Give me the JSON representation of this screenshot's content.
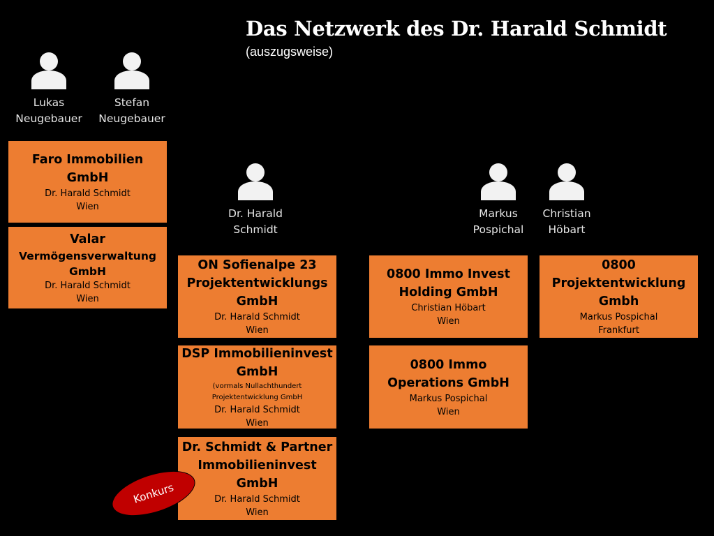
{
  "header": {
    "title": "Das Netzwerk des Dr. Harald Schmidt",
    "subtitle": "(auszugsweise)"
  },
  "colors": {
    "background": "#000000",
    "box_fill": "#ed7d31",
    "person_icon": "#f2f2f2",
    "badge_fill": "#c00000"
  },
  "people": [
    {
      "first": "Lukas",
      "last": "Neugebauer",
      "icon": "person-icon"
    },
    {
      "first": "Stefan",
      "last": "Neugebauer",
      "icon": "person-icon"
    },
    {
      "first": "Dr. Harald",
      "last": "Schmidt",
      "icon": "person-icon"
    },
    {
      "first": "Markus",
      "last": "Pospichal",
      "icon": "person-icon"
    },
    {
      "first": "Christian",
      "last": "Höbart",
      "icon": "person-icon"
    }
  ],
  "companies": [
    {
      "name_lines": [
        "Faro Immobilien",
        "GmbH"
      ],
      "person": "Dr. Harald Schmidt",
      "city": "Wien"
    },
    {
      "name_lines": [
        "Valar",
        "Vermögensverwaltung",
        "GmbH"
      ],
      "person": "Dr. Harald Schmidt",
      "city": "Wien"
    },
    {
      "name_lines": [
        "ON Sofienalpe 23",
        "Projektentwicklungs",
        "GmbH"
      ],
      "person": "Dr. Harald Schmidt",
      "city": "Wien"
    },
    {
      "name_lines": [
        "DSP Immobilieninvest",
        "GmbH"
      ],
      "note_lines": [
        "(vormals Nullachthundert",
        "Projektentwicklung GmbH"
      ],
      "person": "Dr. Harald Schmidt",
      "city": "Wien"
    },
    {
      "name_lines": [
        "Dr. Schmidt & Partner",
        "Immobilieninvest",
        "GmbH"
      ],
      "person": "Dr. Harald Schmidt",
      "city": "Wien"
    },
    {
      "name_lines": [
        "0800 Immo Invest",
        "Holding GmbH"
      ],
      "person": "Christian Höbart",
      "city": "Wien"
    },
    {
      "name_lines": [
        "0800",
        "Projektentwicklung",
        "Gmbh"
      ],
      "person": "Markus Pospichal",
      "city": "Frankfurt"
    },
    {
      "name_lines": [
        "0800 Immo",
        "Operations GmbH"
      ],
      "person": "Markus Pospichal",
      "city": "Wien"
    }
  ],
  "badge": {
    "label": "Konkurs"
  }
}
